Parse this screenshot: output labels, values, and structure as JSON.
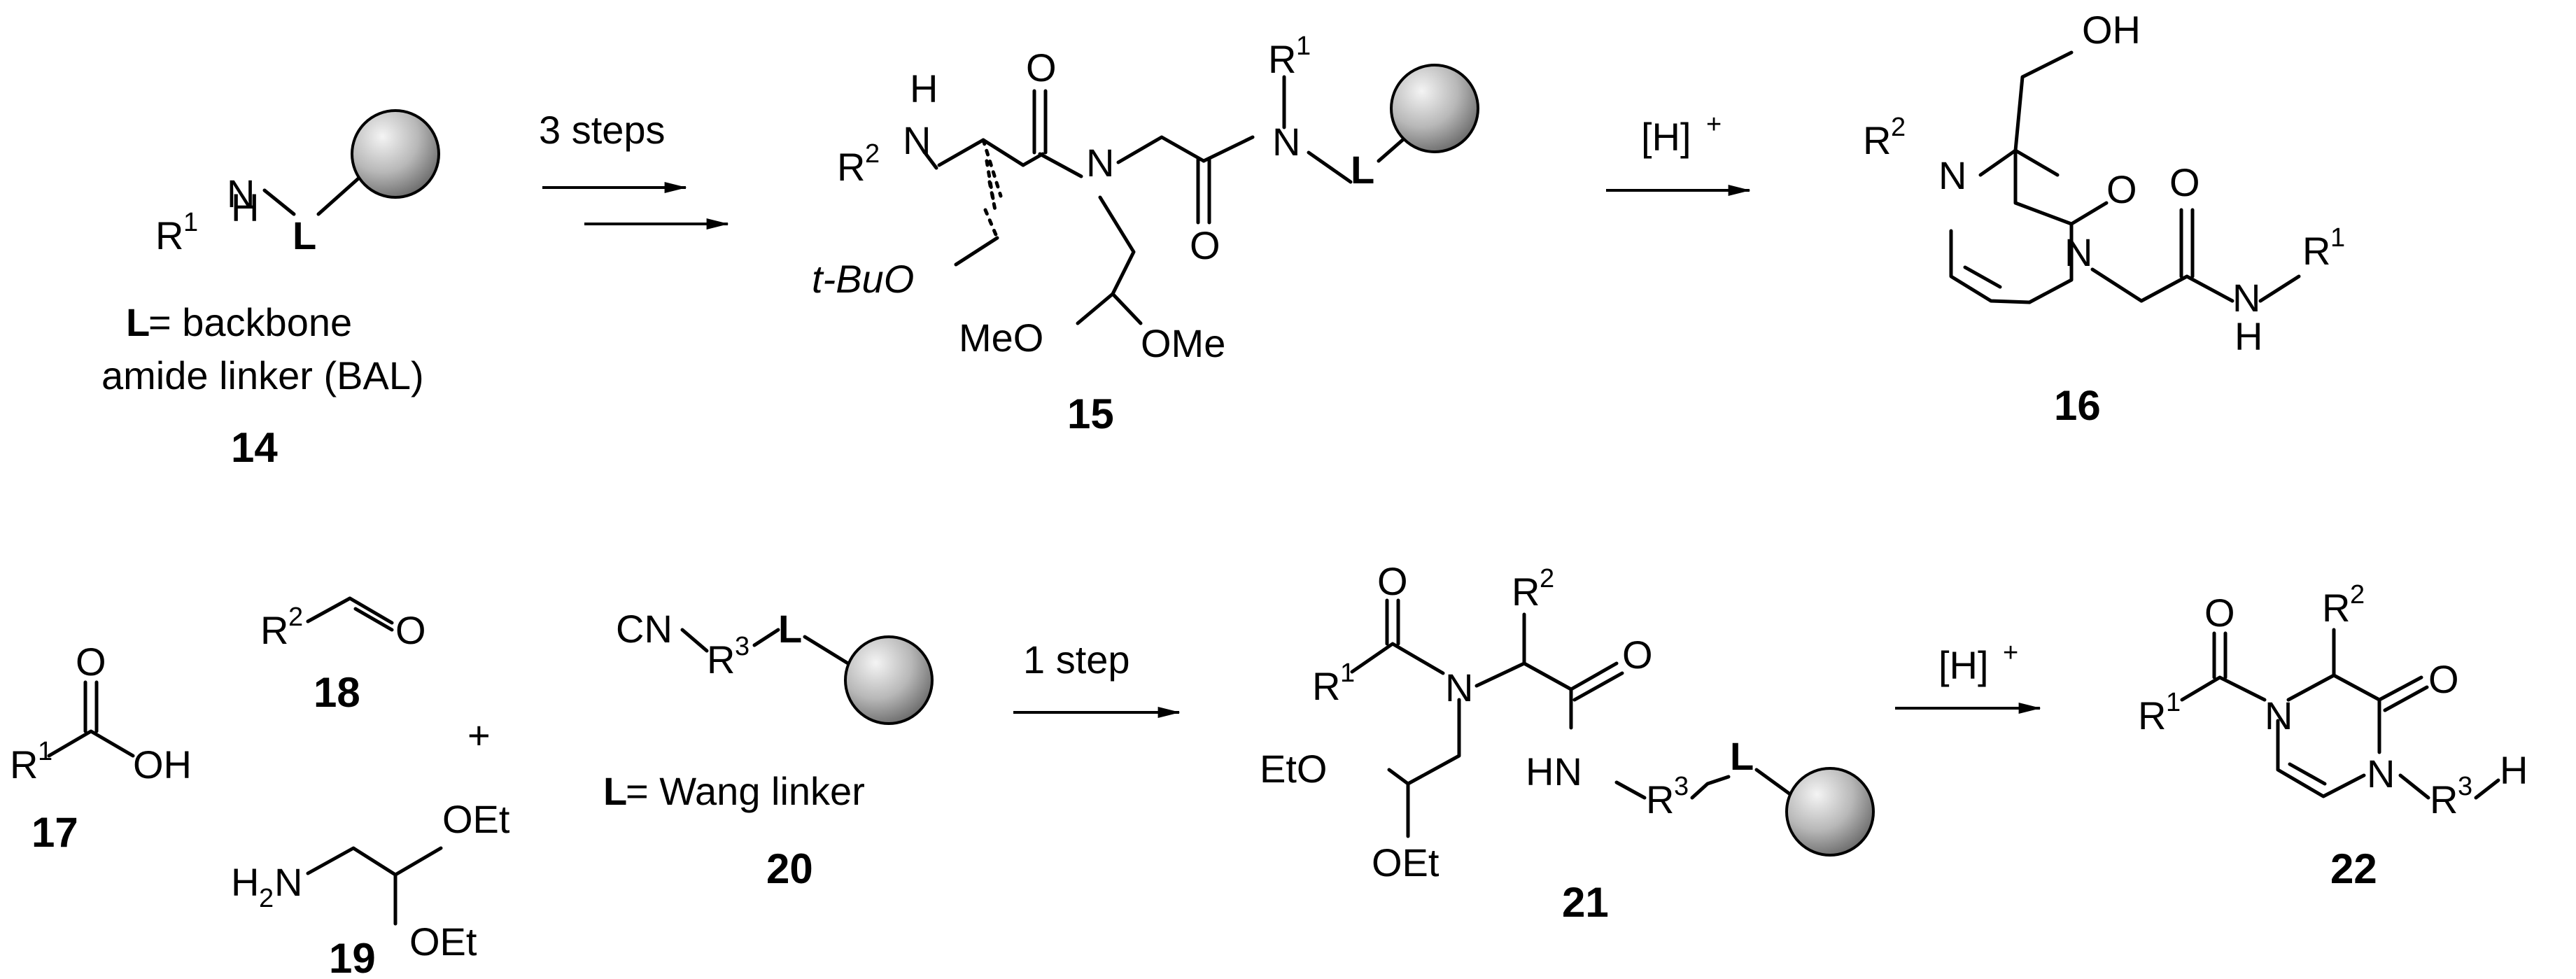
{
  "colors": {
    "ink": "#000000",
    "bead_light": "#f4f4f4",
    "bead_dark": "#6a6a6a",
    "background": "#ffffff"
  },
  "reaction1": {
    "reagent_14": {
      "number": "14",
      "atoms": {
        "H": "H",
        "N": "N",
        "R": "R",
        "R_sup": "1",
        "L": "L"
      },
      "legend_L": "L",
      "legend_rest": " = backbone",
      "legend_line2": "amide linker (BAL)"
    },
    "arrow1_label": "3 steps",
    "intermediate_15": {
      "number": "15",
      "atoms": {
        "R2": "R",
        "R2_sup": "2",
        "H": "H",
        "N_amine": "N",
        "O1": "O",
        "N_amide": "N",
        "O2": "O",
        "R1": "R",
        "R1_sup": "1",
        "N_bal": "N",
        "L": "L",
        "tBuO": "t-BuO",
        "MeO": "MeO",
        "OMe": "OMe"
      }
    },
    "arrow2_label": "[H]",
    "arrow2_sup": "+",
    "product_16": {
      "number": "16",
      "atoms": {
        "OH": "OH",
        "R2": "R",
        "R2_sup": "2",
        "N4": "N",
        "O_ring": "O",
        "N1": "N",
        "O_side": "O",
        "N_amide": "N",
        "H": "H",
        "R1": "R",
        "R1_sup": "1"
      }
    }
  },
  "reaction2": {
    "reagent_17": {
      "number": "17",
      "atoms": {
        "O": "O",
        "R": "R",
        "R_sup": "1",
        "OH": "OH"
      }
    },
    "reagent_18": {
      "number": "18",
      "atoms": {
        "R": "R",
        "R_sup": "2",
        "O": "O"
      }
    },
    "plus": "+",
    "reagent_19": {
      "number": "19",
      "atoms": {
        "H2N": "H",
        "H2N_sub": "2",
        "N": "N",
        "OEt1": "OEt",
        "OEt2": "OEt"
      }
    },
    "reagent_20": {
      "number": "20",
      "atoms": {
        "CN": "CN",
        "R": "R",
        "R_sup": "3",
        "L": "L"
      },
      "legend_L": "L",
      "legend_rest": " = Wang linker"
    },
    "arrow3_label": "1 step",
    "intermediate_21": {
      "number": "21",
      "atoms": {
        "O1": "O",
        "R1": "R",
        "R1_sup": "1",
        "N": "N",
        "R2": "R",
        "R2_sup": "2",
        "O2": "O",
        "EtO": "EtO",
        "OEt": "OEt",
        "HN": "HN",
        "R3": "R",
        "R3_sup": "3",
        "L": "L"
      }
    },
    "arrow4_label": "[H]",
    "arrow4_sup": "+",
    "product_22": {
      "number": "22",
      "atoms": {
        "O1": "O",
        "R1": "R",
        "R1_sup": "1",
        "N1": "N",
        "R2": "R",
        "R2_sup": "2",
        "O2": "O",
        "N4": "N",
        "R3": "R",
        "R3_sup": "3",
        "H": "H"
      }
    }
  }
}
